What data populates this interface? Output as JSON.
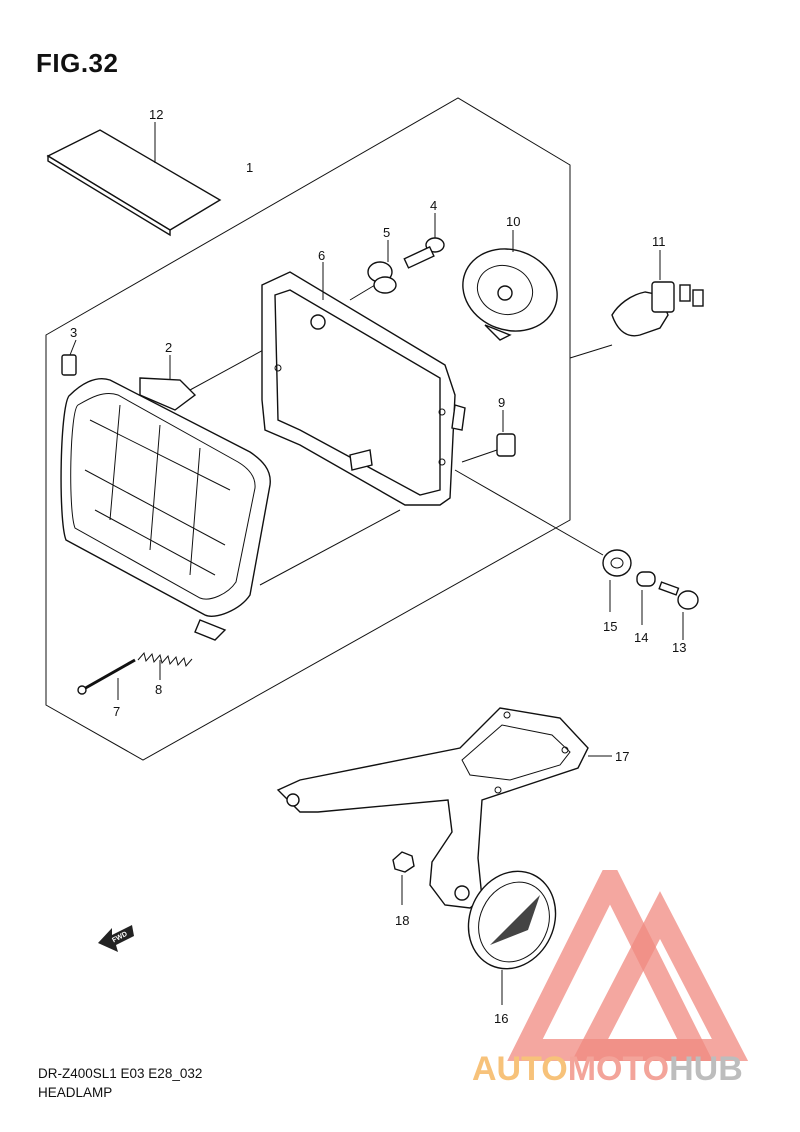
{
  "figure": {
    "title": "FIG.32"
  },
  "footer": {
    "model_code": "DR-Z400SL1 E03 E28_032",
    "section_name": "HEADLAMP"
  },
  "callouts": [
    "1",
    "2",
    "3",
    "4",
    "5",
    "6",
    "7",
    "8",
    "9",
    "10",
    "11",
    "12",
    "13",
    "14",
    "15",
    "16",
    "17",
    "18"
  ],
  "fwd_arrow": {
    "label": "FWD"
  },
  "watermark": {
    "brand_part1": "AUTO",
    "brand_part2": "MOTO",
    "brand_part3": "HUB",
    "colors": {
      "auto": "#f7c27a",
      "moto": "#f3a49a",
      "hub": "#bdbdbd",
      "logo": "#f08a80"
    }
  }
}
